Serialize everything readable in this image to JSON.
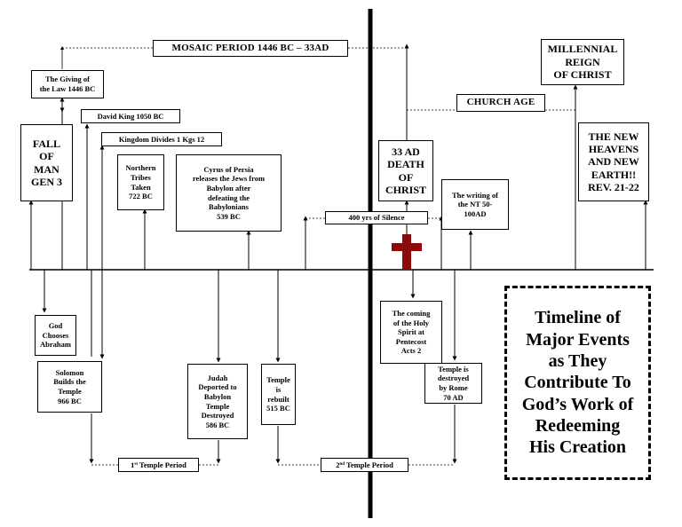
{
  "top": {
    "mosaic_period": "MOSAIC PERIOD 1446 BC – 33AD",
    "church_age": "CHURCH AGE",
    "millennial_reign": "MILLENNIAL\nREIGN\nOF CHRIST",
    "giving_of_law": "The Giving of\nthe Law 1446 BC",
    "david_king": "David King 1050 BC",
    "kingdom_divides": "Kingdom Divides 1 Kgs 12",
    "fall_of_man": "FALL\nOF\nMAN\nGEN 3",
    "northern_tribes": "Northern\nTribes\nTaken\n722 BC",
    "cyrus": "Cyrus of Persia\nreleases the Jews from\nBabylon after\ndefeating the\nBabylonians\n539 BC",
    "silence": "400 yrs of Silence",
    "death_of_christ": "33 AD\nDEATH\nOF\nCHRIST",
    "nt_writing": "The writing of\nthe NT 50-\n100AD",
    "new_heavens": "THE NEW\nHEAVENS\nAND NEW\nEARTH!!\nREV. 21-22"
  },
  "bottom": {
    "god_chooses": "God\nChooses\nAbraham",
    "solomon": "Solomon\nBuilds the\nTemple\n966 BC",
    "judah": "Judah\nDeported to\nBabylon\nTemple\nDestroyed\n586 BC",
    "temple_rebuilt": "Temple\nis\nrebuilt\n515 BC",
    "holy_spirit": "The coming\nof the Holy\nSpirit at\nPentecost\nActs 2",
    "temple_destroyed": "Temple is\ndestroyed\nby Rome\n70 AD",
    "first_temple": {
      "pre": "1",
      "sup": "st",
      "post": " Temple Period"
    },
    "second_temple": {
      "pre": "2",
      "sup": "nd",
      "post": " Temple Period"
    }
  },
  "title_box": "Timeline of\nMajor Events\nas They\nContribute To\nGod’s Work of\nRedeeming\nHis Creation",
  "colors": {
    "cross": "#8b0a0a",
    "line": "#000000"
  }
}
